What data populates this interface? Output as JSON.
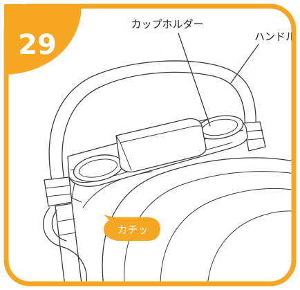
{
  "step": {
    "number": "29",
    "badge_color": "#f5a623"
  },
  "frame": {
    "border_color": "#f5a623"
  },
  "callouts": {
    "cup_holder": "カップホルダー",
    "handle": "ハンドル"
  },
  "sound_bubble": {
    "text": "カチッ",
    "color": "#f5a623"
  }
}
